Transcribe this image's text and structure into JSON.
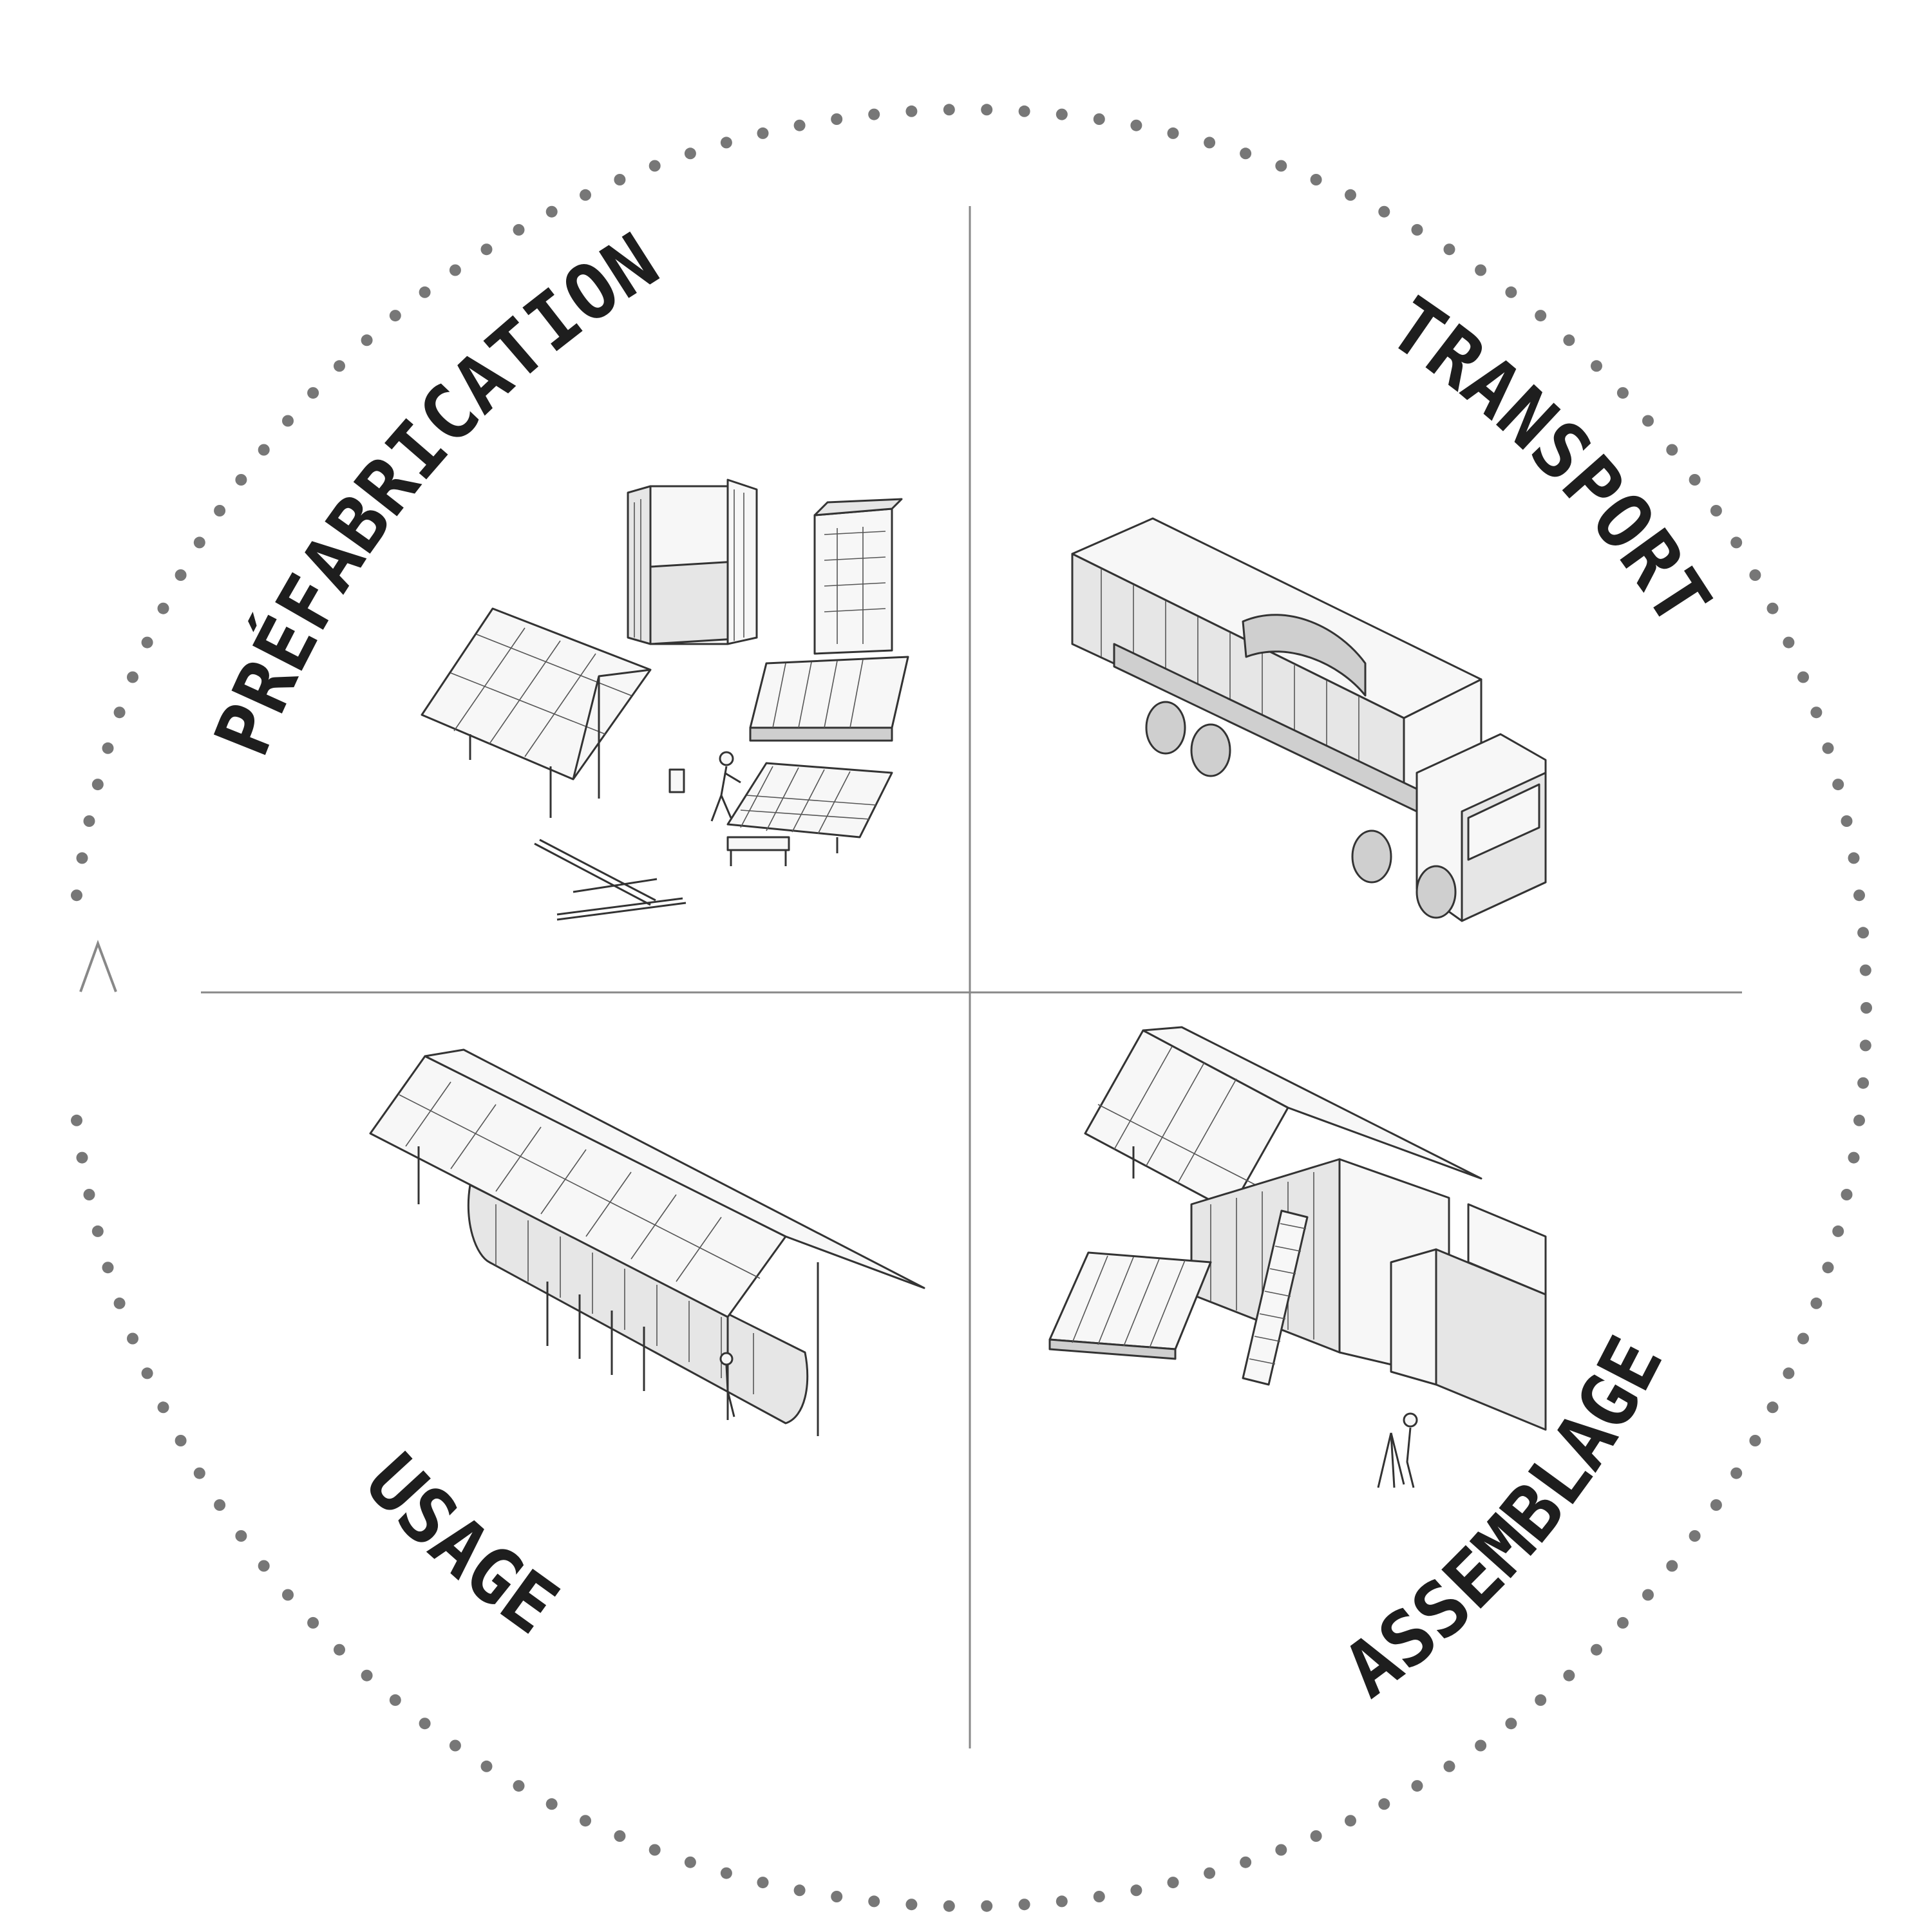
{
  "diagram": {
    "phases": [
      {
        "id": "prefabrication",
        "label": "PRÉFABRICATION"
      },
      {
        "id": "transport",
        "label": "TRANSPORT"
      },
      {
        "id": "assemblage",
        "label": "ASSEMBLAGE"
      },
      {
        "id": "usage",
        "label": "USAGE"
      }
    ],
    "colors": {
      "text": "#1e1e1e",
      "dots": "#777777",
      "axis": "#888888",
      "drawing": "#333333"
    },
    "cycle_direction": "clockwise",
    "arrow_icon": "arrow-up-icon"
  }
}
